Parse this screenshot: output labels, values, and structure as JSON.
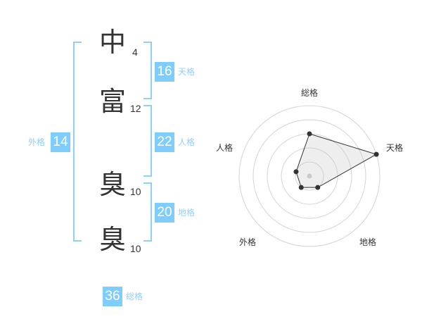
{
  "name": {
    "chars": [
      {
        "char": "中",
        "strokes": "4"
      },
      {
        "char": "富",
        "strokes": "12"
      },
      {
        "char": "臭",
        "strokes": "10"
      },
      {
        "char": "臭",
        "strokes": "10"
      }
    ]
  },
  "kaku": {
    "tenkaku": {
      "value": "16",
      "label": "天格"
    },
    "jinkaku": {
      "value": "22",
      "label": "人格"
    },
    "chikaku": {
      "value": "20",
      "label": "地格"
    },
    "gaikaku": {
      "value": "14",
      "label": "外格"
    },
    "soukaku": {
      "value": "36",
      "label": "総格"
    }
  },
  "colors": {
    "accent": "#7fcdfc",
    "label": "#8fd0f8"
  },
  "chart_data": {
    "type": "radar",
    "axes": [
      "総格",
      "天格",
      "地格",
      "外格",
      "人格"
    ],
    "values": [
      3,
      5,
      1,
      1,
      1
    ],
    "range": [
      0,
      5
    ],
    "rings": 5
  }
}
